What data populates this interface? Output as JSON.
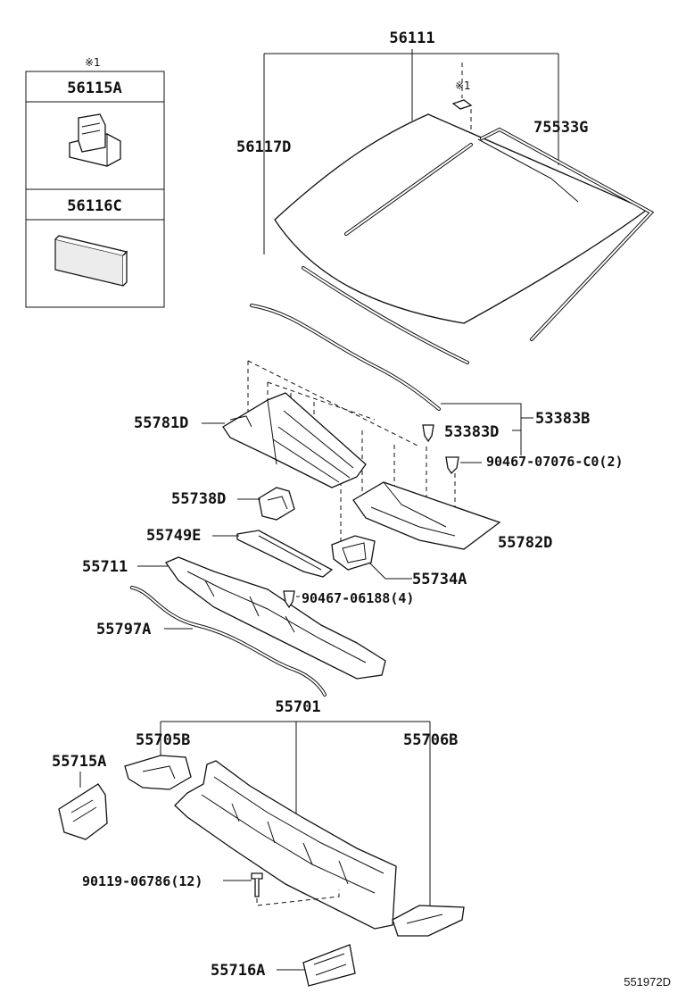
{
  "legend_box": {
    "note_mark": "※1",
    "rows": [
      {
        "label": "56115A"
      },
      {
        "label": "56116C"
      }
    ]
  },
  "glass_note_mark": "※1",
  "parts": {
    "p56111": "56111",
    "p56117D": "56117D",
    "p75533G": "75533G",
    "p53383B": "53383B",
    "p53383D": "53383D",
    "p90467_07076": "90467-07076-C0(2)",
    "p55781D": "55781D",
    "p55738D": "55738D",
    "p55749E": "55749E",
    "p55782D": "55782D",
    "p55711": "55711",
    "p55734A": "55734A",
    "p90467_06188": "90467-06188(4)",
    "p55797A": "55797A",
    "p55701": "55701",
    "p55705B": "55705B",
    "p55706B": "55706B",
    "p55715A": "55715A",
    "p90119_06786": "90119-06786(12)",
    "p55716A": "55716A"
  },
  "diagram_code": "551972D"
}
